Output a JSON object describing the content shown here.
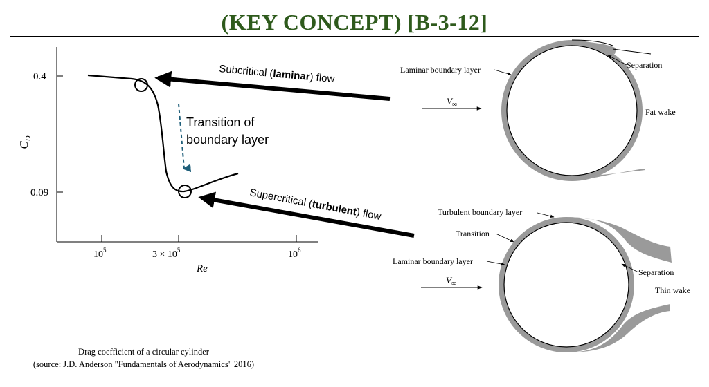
{
  "title": "(KEY CONCEPT) [B-3-12]",
  "colors": {
    "title": "#2e5a1c",
    "dashed_arrow": "#1f5f7a",
    "boundary_layer": "#9a9a9a"
  },
  "plot": {
    "y_axis_label": "C",
    "y_axis_label_sub": "D",
    "x_axis_label": "Re",
    "y_ticks": [
      "0.4",
      "0.09"
    ],
    "x_ticks": {
      "t1_base": "10",
      "t1_exp": "5",
      "t2": "3 × 10",
      "t2_exp": "5",
      "t3_base": "10",
      "t3_exp": "6"
    }
  },
  "annotations": {
    "transition_line1": "Transition of",
    "transition_line2": "boundary layer",
    "subcritical_pre": "Subcritical (",
    "subcritical_bold": "laminar",
    "subcritical_post": ") flow",
    "supercritical_pre": "Supercritical (",
    "supercritical_bold": "turbulent",
    "supercritical_post": ") flow"
  },
  "top_cylinder": {
    "laminar_bl": "Laminar boundary layer",
    "separation": "Separation",
    "velocity": "V",
    "velocity_sub": "∞",
    "wake": "Fat wake"
  },
  "bottom_cylinder": {
    "turbulent_bl": "Turbulent boundary layer",
    "transition": "Transition",
    "laminar_bl": "Laminar boundary layer",
    "separation": "Separation",
    "velocity": "V",
    "velocity_sub": "∞",
    "wake": "Thin wake"
  },
  "caption": {
    "line1": "Drag coefficient of a circular cylinder",
    "line2": "(source: J.D. Anderson \"Fundamentals of Aerodynamics\" 2016)"
  }
}
